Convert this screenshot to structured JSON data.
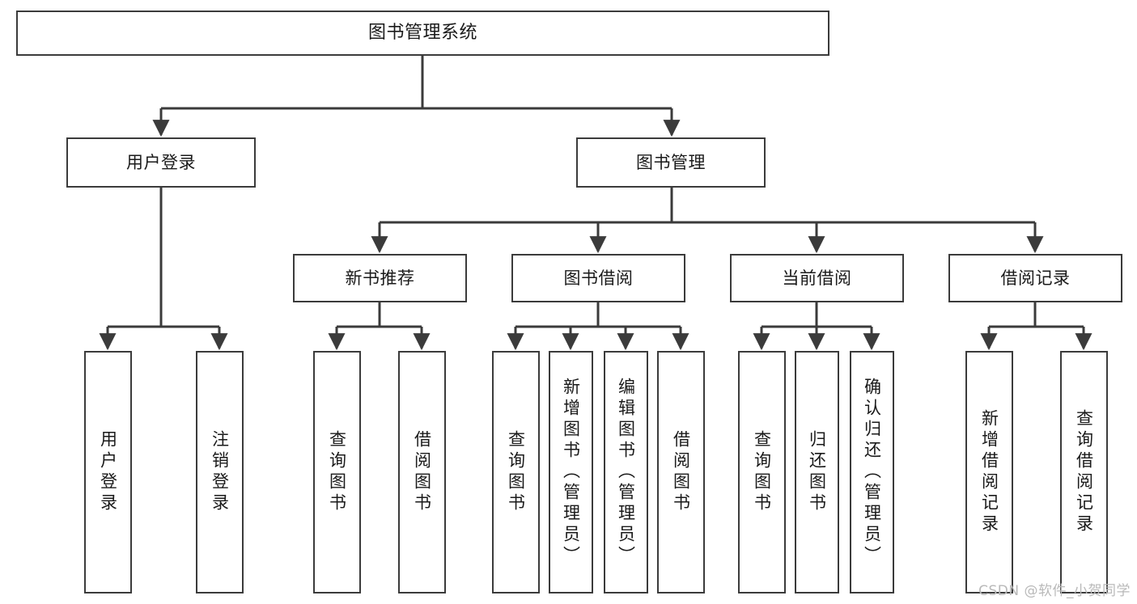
{
  "diagram": {
    "type": "tree-hierarchy-chart",
    "title_node": {
      "label": "图书管理系统"
    },
    "level2": [
      {
        "id": "user-login",
        "label": "用户登录"
      },
      {
        "id": "book-management",
        "label": "图书管理"
      }
    ],
    "level3": [
      {
        "id": "new-book-recommend",
        "label": "新书推荐"
      },
      {
        "id": "book-borrow",
        "label": "图书借阅"
      },
      {
        "id": "current-borrow",
        "label": "当前借阅"
      },
      {
        "id": "borrow-record",
        "label": "借阅记录"
      }
    ],
    "leaves": [
      {
        "id": "leaf-user-login",
        "label": "用户登录",
        "parent": "user-login"
      },
      {
        "id": "leaf-logout-login",
        "label": "注销登录",
        "parent": "user-login"
      },
      {
        "id": "leaf-query-book-1",
        "label": "查询图书",
        "parent": "new-book-recommend"
      },
      {
        "id": "leaf-borrow-book-1",
        "label": "借阅图书",
        "parent": "new-book-recommend"
      },
      {
        "id": "leaf-query-book-2",
        "label": "查询图书",
        "parent": "book-borrow"
      },
      {
        "id": "leaf-add-book-admin",
        "label": "新增图书（管理员）",
        "parent": "book-borrow"
      },
      {
        "id": "leaf-edit-book-admin",
        "label": "编辑图书（管理员）",
        "parent": "book-borrow"
      },
      {
        "id": "leaf-borrow-book-2",
        "label": "借阅图书",
        "parent": "book-borrow"
      },
      {
        "id": "leaf-query-book-3",
        "label": "查询图书",
        "parent": "current-borrow"
      },
      {
        "id": "leaf-return-book",
        "label": "归还图书",
        "parent": "current-borrow"
      },
      {
        "id": "leaf-confirm-return",
        "label": "确认归还（管理员）",
        "parent": "current-borrow"
      },
      {
        "id": "leaf-add-borrow-rec",
        "label": "新增借阅记录",
        "parent": "borrow-record"
      },
      {
        "id": "leaf-query-borrow-rec",
        "label": "查询借阅记录",
        "parent": "borrow-record"
      }
    ],
    "watermark": "CSDN @软件_小贺同学",
    "colors": {
      "box_border": "#3b3b3b",
      "box_fill": "#ffffff",
      "edge": "#3b3b3b",
      "text": "#1a1a1a",
      "watermark": "#b9b9b9",
      "background": "#ffffff"
    }
  }
}
